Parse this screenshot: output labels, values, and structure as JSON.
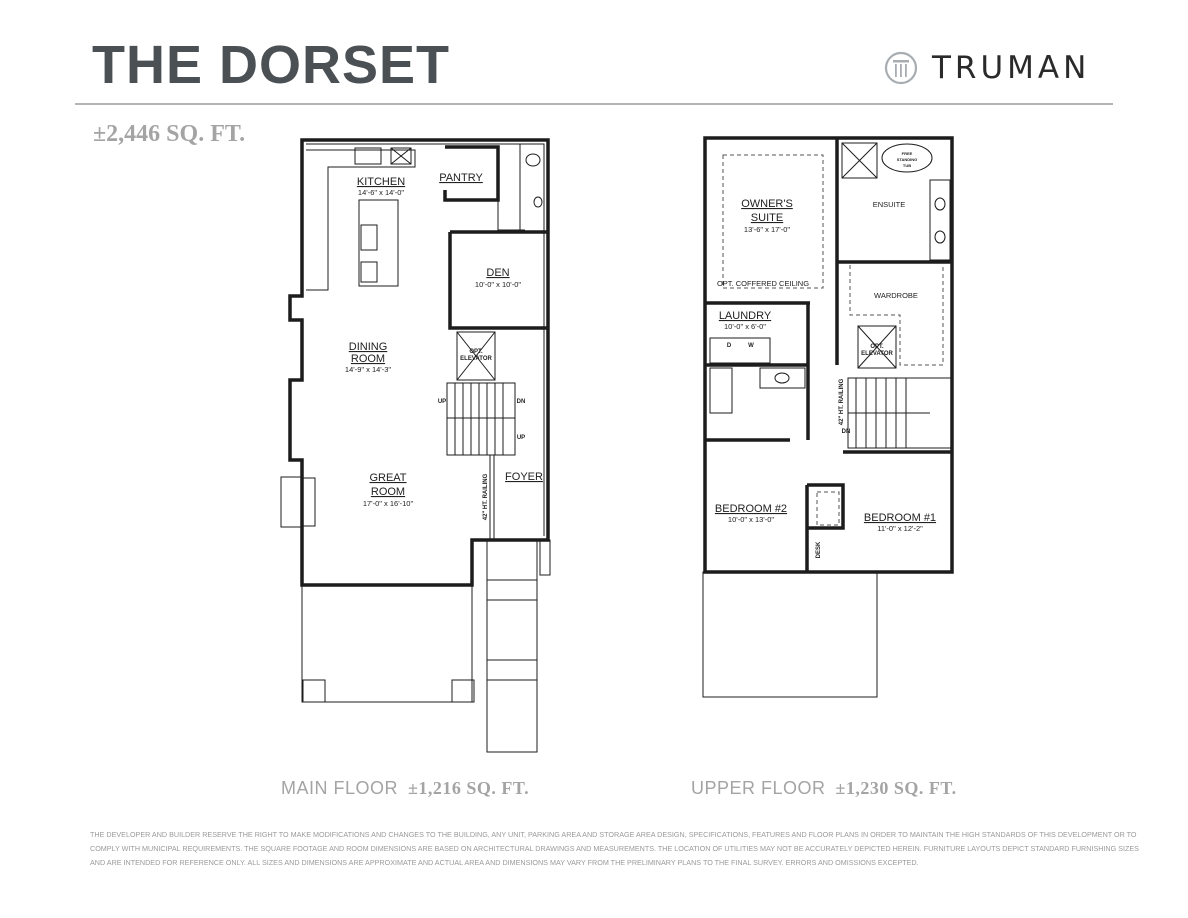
{
  "header": {
    "title": "THE DORSET",
    "brand": "TRUMAN",
    "brand_icon": "column-pillar-icon",
    "total_area": "±2,446 SQ. FT."
  },
  "main_floor": {
    "name": "MAIN FLOOR",
    "area": "±1,216 SQ. FT.",
    "rooms": {
      "kitchen": {
        "name": "KITCHEN",
        "dims": "14'-6\" x 14'-0\""
      },
      "pantry": {
        "name": "PANTRY"
      },
      "den": {
        "name": "DEN",
        "dims": "10'-0\" x 10'-0\""
      },
      "dining_a": "DINING",
      "dining_b": "ROOM",
      "dining_dims": "14'-9\" x 14'-3\"",
      "great_a": "GREAT",
      "great_b": "ROOM",
      "great_dims": "17'-0\" x 16'-10\"",
      "foyer": {
        "name": "FOYER"
      }
    },
    "notes": {
      "elevator_a": "OPT.",
      "elevator_b": "ELEVATOR",
      "up1": "UP",
      "dn": "DN",
      "up2": "UP",
      "railing": "42\" HT. RAILING"
    }
  },
  "upper_floor": {
    "name": "UPPER FLOOR",
    "area": "±1,230 SQ. FT.",
    "rooms": {
      "owner_a": "OWNER'S",
      "owner_b": "SUITE",
      "owner_dims": "13'-6\" x 17'-0\"",
      "coffered": "OPT. COFFERED CEILING",
      "ensuite": "ENSUITE",
      "tub_a": "FREE",
      "tub_b": "STANDING",
      "tub_c": "TUB",
      "wardrobe": "WARDROBE",
      "laundry": {
        "name": "LAUNDRY",
        "dims": "10'-0\" x 6'-0\""
      },
      "dryer": "D",
      "washer": "W",
      "bed2": {
        "name": "BEDROOM #2",
        "dims": "10'-0\" x 13'-0\""
      },
      "bed1": {
        "name": "BEDROOM #1",
        "dims": "11'-0\" x 12'-2\""
      },
      "desk": "DESK"
    },
    "notes": {
      "elevator_a": "OPT.",
      "elevator_b": "ELEVATOR",
      "dn": "DN",
      "railing": "42\" HT. RAILING"
    }
  },
  "disclaimer": "The developer and builder reserve the right to make modifications and changes to the building, any unit, parking area and storage area design, specifications, features and floor plans in order to maintain the high standards of this development or to comply with municipal requirements. The square footage and room dimensions are based on architectural drawings and measurements. The location of utilities may not be accurately depicted herein. Furniture layouts depict standard furnishing sizes and are intended for reference only. All sizes and dimensions are approximate and actual area and dimensions may vary from the preliminary plans to the final survey. Errors and omissions excepted."
}
